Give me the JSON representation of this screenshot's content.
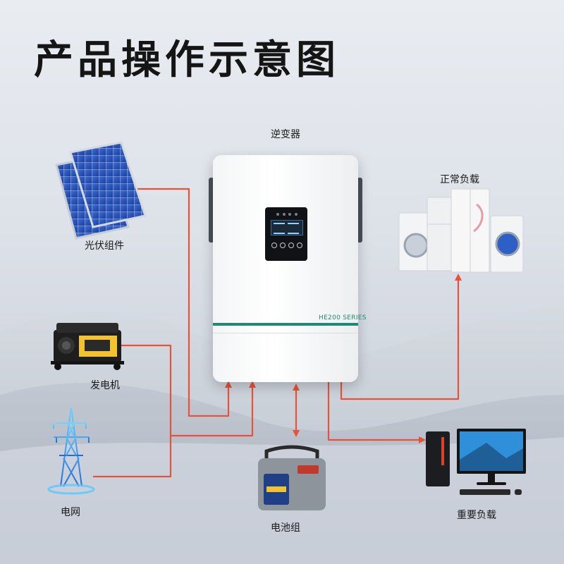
{
  "title": "产品操作示意图",
  "inverter": {
    "label": "逆变器",
    "model": "HE200 SERIES"
  },
  "components": {
    "solar": "光伏组件",
    "generator": "发电机",
    "grid": "电网",
    "battery": "电池组",
    "normal_load": "正常负载",
    "important_load": "重要负载"
  },
  "colors": {
    "connection_line": "#e8523a",
    "accent_stripe": "#1e8a74"
  }
}
